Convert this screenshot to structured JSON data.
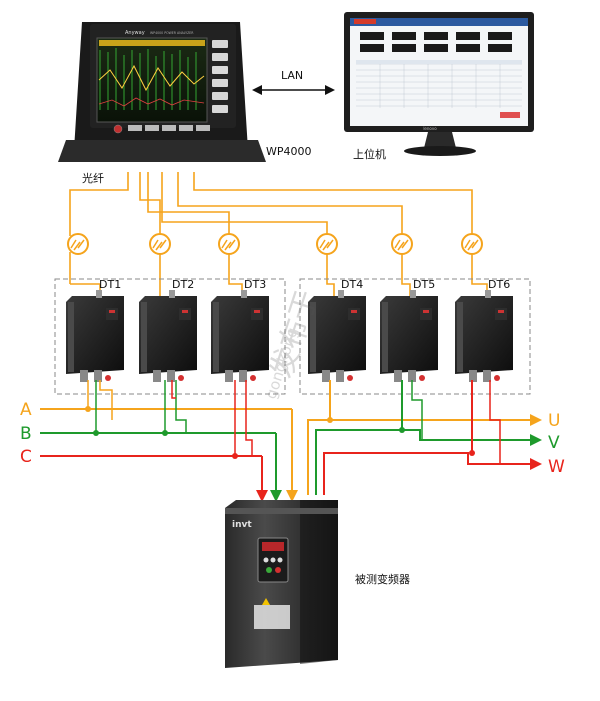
{
  "labels": {
    "analyzer": "WP4000",
    "host_pc": "上位机",
    "lan": "LAN",
    "fiber": "光纤",
    "dut": "被测变频器",
    "watermark_cn": "发布于",
    "watermark_en": "gongkong"
  },
  "analyzer": {
    "brand": "Anyway",
    "screen_header": "WP4000 POWER ANALYZER"
  },
  "monitor_brand": "lenovo",
  "inverter_brand": "invt",
  "sensors": [
    "DT1",
    "DT2",
    "DT3",
    "DT4",
    "DT5",
    "DT6"
  ],
  "phases_in": [
    "A",
    "B",
    "C"
  ],
  "phases_out": [
    "U",
    "V",
    "W"
  ],
  "colors": {
    "phase_a": "#f5a41c",
    "phase_b": "#1e9a2c",
    "phase_c": "#e8241c",
    "fiber": "#f5a41c",
    "dashed_box": "#8a8a8a"
  }
}
